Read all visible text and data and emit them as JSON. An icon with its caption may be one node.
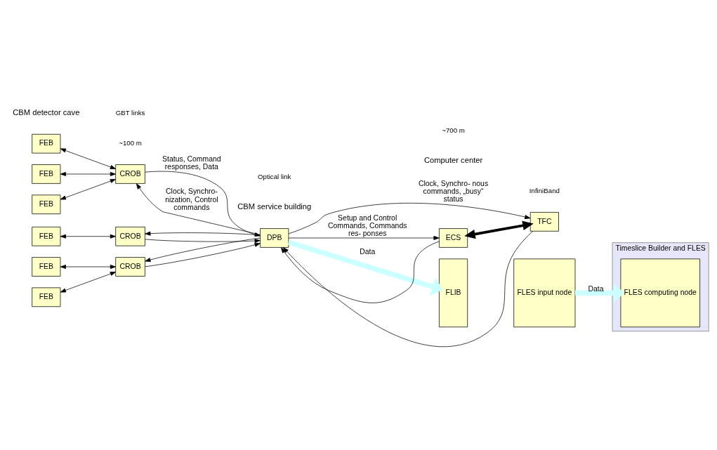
{
  "diagram": {
    "nodes": [
      {
        "text": [
          "FEB"
        ]
      },
      {
        "text": [
          "FEB"
        ]
      },
      {
        "text": [
          "FEB"
        ]
      },
      {
        "text": [
          "CROB"
        ]
      },
      {
        "text": [
          "FEB"
        ]
      },
      {
        "text": [
          "CROB"
        ]
      },
      {
        "text": [
          "FEB"
        ]
      },
      {
        "text": [
          "FEB"
        ]
      },
      {
        "text": [
          "CROB"
        ]
      },
      {
        "text": [
          "DPB"
        ]
      },
      {
        "text": [
          "Timeslice Builder and FLES"
        ]
      },
      {
        "text": [
          "FLIB"
        ]
      },
      {
        "text": [
          "FLES input node"
        ]
      },
      {
        "text": [
          "FLES computing node"
        ],
        "in": 10
      },
      {
        "text": [
          "TFC"
        ]
      },
      {
        "text": [
          "ECS"
        ]
      }
    ],
    "edges": [
      {
        "from": 0,
        "to": 3,
        "arrow": "both"
      },
      {
        "from": 1,
        "to": 3,
        "arrow": "both"
      },
      {
        "from": 2,
        "to": 3,
        "arrow": "both"
      },
      {
        "from": 9,
        "to": 3,
        "arrow": "to",
        "label": "Clock, Synchro- nization, Control commands"
      },
      {
        "from": 3,
        "to": 9,
        "arrow": "to",
        "label": "Status, Command responses, Data"
      },
      {
        "from": 4,
        "to": 5,
        "arrow": "both"
      },
      {
        "from": 9,
        "to": 5,
        "arrow": "to"
      },
      {
        "from": 5,
        "to": 9,
        "arrow": "to"
      },
      {
        "from": 6,
        "to": 8,
        "arrow": "both"
      },
      {
        "from": 7,
        "to": 8,
        "arrow": "both"
      },
      {
        "from": 9,
        "to": 8,
        "arrow": "to"
      },
      {
        "from": 8,
        "to": 9,
        "arrow": "to"
      },
      {
        "from": 9,
        "to": 11,
        "arrow": "to",
        "label": "Data",
        "style": "thick",
        "color": "#ccffff"
      },
      {
        "from": 12,
        "to": 13,
        "arrow": "to",
        "label": "Data",
        "style": "thick",
        "color": "#ccffff"
      },
      {
        "from": 9,
        "to": 15,
        "arrow": "to",
        "label": "Setup and Control Commands, Commands res- ponses"
      },
      {
        "from": 15,
        "to": 9,
        "arrow": "to"
      },
      {
        "from": 14,
        "to": 9,
        "arrow": "to"
      },
      {
        "from": 9,
        "to": 14,
        "arrow": "to",
        "label": "Clock, Synchro- nous commands, „busy“ status"
      },
      {
        "from": 15,
        "to": 14,
        "arrow": "both",
        "style": "thick"
      }
    ],
    "labels": [
      "CBM detector cave",
      "CBM service building",
      "Computer center",
      "~100 m",
      "~700 m",
      "Optical link",
      "GBT links",
      "InfiniBand"
    ]
  }
}
